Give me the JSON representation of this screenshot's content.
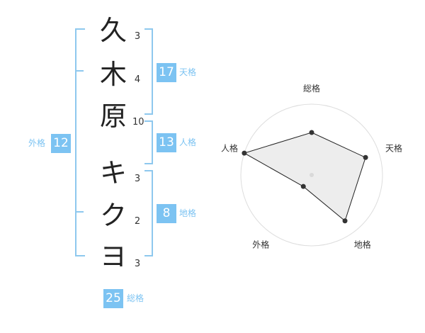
{
  "name_chars": [
    {
      "char": "久",
      "strokes": "3"
    },
    {
      "char": "木",
      "strokes": "4"
    },
    {
      "char": "原",
      "strokes": "10"
    },
    {
      "char": "キ",
      "strokes": "3"
    },
    {
      "char": "ク",
      "strokes": "2"
    },
    {
      "char": "ヨ",
      "strokes": "3"
    }
  ],
  "fortunes": {
    "tenkaku": {
      "value": "17",
      "label": "天格"
    },
    "jinkaku": {
      "value": "13",
      "label": "人格"
    },
    "chikaku": {
      "value": "8",
      "label": "地格"
    },
    "gaikaku": {
      "value": "12",
      "label": "外格"
    },
    "soukaku": {
      "value": "25",
      "label": "総格"
    }
  },
  "colors": {
    "accent": "#7cc3f2",
    "bracket": "#8ec8ee",
    "radar_fill": "#e6e6e6"
  },
  "chart_data": {
    "type": "radar",
    "axes": [
      "総格",
      "天格",
      "地格",
      "外格",
      "人格"
    ],
    "values": [
      3,
      4,
      4,
      1,
      5
    ],
    "max": 5,
    "rings": 4
  }
}
